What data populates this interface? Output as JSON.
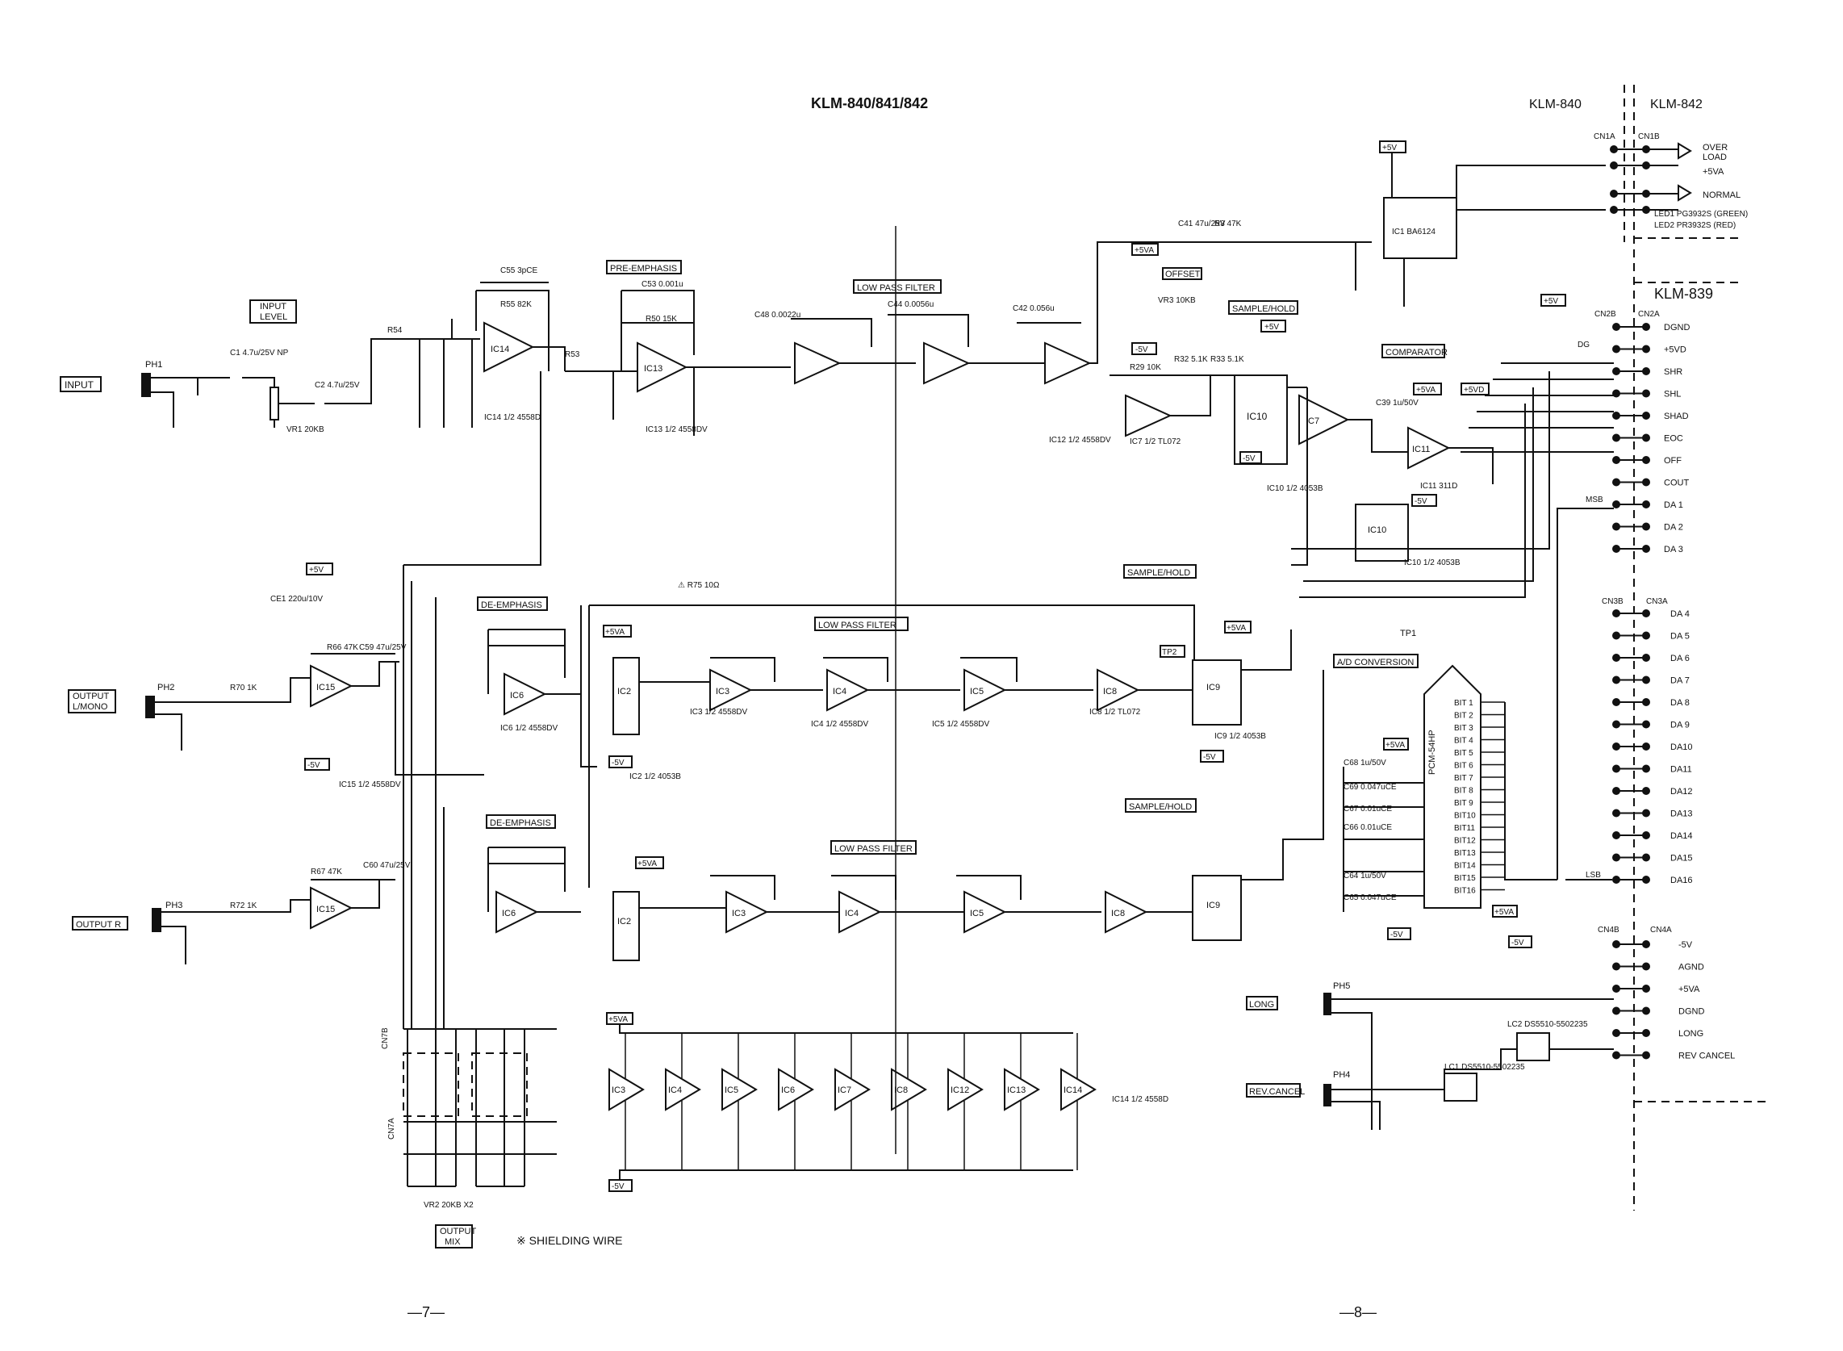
{
  "title": "KLM-840/841/842",
  "variants": {
    "left": "KLM-840",
    "right": "KLM-842",
    "lower": "KLM-839"
  },
  "blocks": {
    "input_level": [
      "INPUT",
      "LEVEL"
    ],
    "input": "INPUT",
    "pre_emphasis": "PRE-EMPHASIS",
    "low_pass_filter": "LOW PASS FILTER",
    "offset": "OFFSET",
    "sample_hold": "SAMPLE/HOLD",
    "comparator": "COMPARATOR",
    "de_emphasis": "DE-EMPHASIS",
    "output_l": [
      "OUTPUT",
      "L/MONO"
    ],
    "output_r": "OUTPUT R",
    "ad_conversion": "A/D CONVERSION",
    "long": "LONG",
    "rev_cancel": "REV.CANCEL",
    "output_mix": [
      "OUTPUT",
      "MIX"
    ],
    "shielding": "※ SHIELDING WIRE",
    "pv5": "+5V",
    "pv5a": "+5VA",
    "mv5": "-5V"
  },
  "leds": {
    "overload": [
      "OVER",
      "LOAD"
    ],
    "normal": "NORMAL",
    "led1": "LED1 PG3932S (GREEN)",
    "led2": "LED2 PR3932S (RED)",
    "plus5va": "+5VA"
  },
  "connector_pins": [
    "DGND",
    "+5VD",
    "SHR",
    "SHL",
    "SHAD",
    "EOC",
    "OFF",
    "COUT",
    "DA 1",
    "DA 2",
    "DA 3"
  ],
  "connector_pins_b": [
    "DA 4",
    "DA 5",
    "DA 6",
    "DA 7",
    "DA 8",
    "DA 9",
    "DA10",
    "DA11",
    "DA12",
    "DA13",
    "DA14",
    "DA15",
    "DA16"
  ],
  "connector_pins_c": [
    "-5V",
    "AGND",
    "+5VA",
    "DGND",
    "LONG",
    "REV CANCEL"
  ],
  "adc": {
    "name": "PCM-54HP",
    "pins": [
      "BIT 1",
      "BIT 2",
      "BIT 3",
      "BIT 4",
      "BIT 5",
      "BIT 6",
      "BIT 7",
      "BIT 8",
      "BIT 9",
      "BIT10",
      "BIT11",
      "BIT12",
      "BIT13",
      "BIT14",
      "BIT15",
      "BIT16"
    ]
  },
  "components": {
    "ph1": "PH1",
    "ph2": "PH2",
    "ph3": "PH3",
    "ph4": "PH4",
    "ph5": "PH5",
    "vr1": "VR1 20KB",
    "vr2": "VR2 20KB X2",
    "vr3": "VR3 10KB",
    "c1": "C1 4.7u/25V NP",
    "c2": "C2 4.7u/25V",
    "c55": "C55 3pCE",
    "r55": "R55 82K",
    "r54": "R54",
    "ic14": "IC14",
    "ic14_note": "IC14 1/2 4558D",
    "r53": "R53",
    "c53": "C53 0.001u",
    "r50": "R50 15K",
    "ic13": "IC13",
    "ic13_note": "IC13 1/2 4558DV",
    "ic12_note": "IC12 1/2 4558DV",
    "ic7_note": "IC7 1/2 TL072",
    "ic10_note": "IC10 1/2 4053B",
    "ic11_note": "IC11 311D",
    "ic1": "IC1 BA6124",
    "c41": "C41 47u/25V",
    "r3": "R3 47K",
    "c44": "C44 0.0056u",
    "c42": "C42 0.056u",
    "c48": "C48 0.0022u",
    "r29": "R29 10K",
    "r32": "R32 5.1K",
    "r33": "R33 5.1K",
    "c39": "C39 1u/50V",
    "ic15_note": "IC15 1/2 4558DV",
    "ic6_note": "IC6 1/2 4558DV",
    "ic2_note": "IC2 1/2 4053B",
    "ic3_note": "IC3 1/2 4558DV",
    "ic4_note": "IC4 1/2 4558DV",
    "ic5_note": "IC5 1/2 4558DV",
    "ic8_note": "IC8 1/2 TL072",
    "ic9_note": "IC9 1/2 4053B",
    "tp1": "TP1",
    "tp2": "TP2",
    "r75": "⚠ R75 10Ω",
    "lc1": "LC1 DS5510-5502235",
    "lc2": "LC2 DS5510-5502235",
    "r70": "R70 1K",
    "r72": "R72 1K",
    "r67": "R67 47K",
    "r66": "R66 47K",
    "c59": "C59 47u/25V",
    "c60": "C60 47u/25V",
    "ce1": "CE1 220u/10V",
    "cn7a": "CN7A",
    "cn7b": "CN7B",
    "cn1a": "CN1A",
    "cn1b": "CN1B",
    "cn2a": "CN2A",
    "cn2b": "CN2B",
    "cn3a": "CN3A",
    "cn3b": "CN3B",
    "cn4a": "CN4A",
    "cn4b": "CN4B",
    "msb": "MSB",
    "lsb": "LSB",
    "dg": "DG",
    "ic14_bottom": "IC14 1/2 4558D"
  },
  "bottom_op_amps": [
    "IC3",
    "IC4",
    "IC5",
    "IC6",
    "IC7",
    "IC8",
    "IC12",
    "IC13",
    "IC14"
  ],
  "page_numbers": {
    "left": "—7—",
    "right": "—8—"
  }
}
